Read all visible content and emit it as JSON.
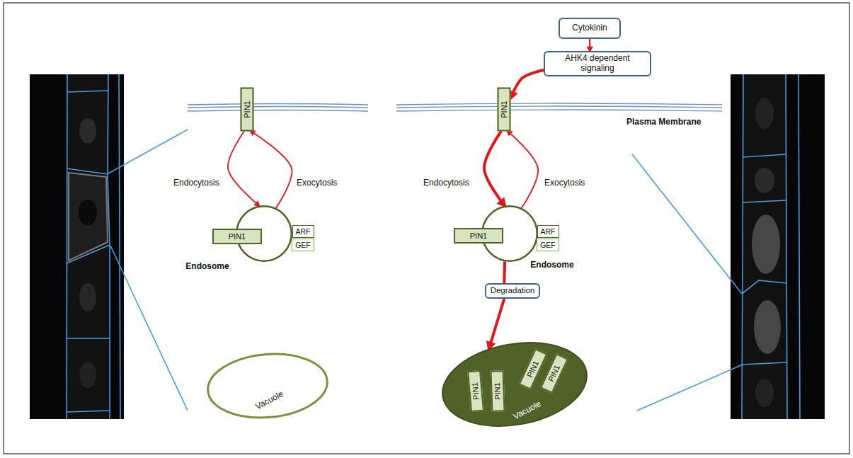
{
  "diagram": {
    "nodes": [
      {
        "text": [
          "Cytokinin"
        ]
      },
      {
        "text": [
          "AHK4 dependent signaling"
        ]
      },
      {
        "text": [
          "PIN1"
        ]
      },
      {
        "text": [
          "PIN1"
        ]
      },
      {
        "text": [
          "Endosome"
        ]
      },
      {
        "text": [
          "PIN1"
        ]
      },
      {
        "text": [
          "ARF"
        ]
      },
      {
        "text": [
          "GEF"
        ]
      },
      {
        "text": [
          "Endosome"
        ]
      },
      {
        "text": [
          "PIN1"
        ]
      },
      {
        "text": [
          "ARF"
        ]
      },
      {
        "text": [
          "GEF"
        ]
      },
      {
        "text": [
          "Degradation"
        ]
      },
      {
        "text": [
          "Vacuole"
        ]
      },
      {
        "text": [
          "Vacuole"
        ]
      },
      {
        "text": [
          "PIN1"
        ],
        "in": 14
      },
      {
        "text": [
          "PIN1"
        ],
        "in": 14
      },
      {
        "text": [
          "PIN1"
        ],
        "in": 14
      },
      {
        "text": [
          "PIN1"
        ],
        "in": 14
      }
    ],
    "edges": [
      {
        "from": 0,
        "to": 1,
        "arrow": "to"
      },
      {
        "from": 1,
        "to": 3,
        "arrow": "to"
      },
      {
        "from": 2,
        "to": 4,
        "label": "Endocytosis",
        "arrow": "to"
      },
      {
        "from": 4,
        "to": 2,
        "label": "Exocytosis",
        "arrow": "to"
      },
      {
        "from": 3,
        "to": 8,
        "label": "Endocytosis",
        "arrow": "to"
      },
      {
        "from": 8,
        "to": 3,
        "label": "Exocytosis",
        "arrow": "to"
      },
      {
        "from": 8,
        "to": 12,
        "arrow": "none"
      },
      {
        "from": 12,
        "to": 14,
        "arrow": "to"
      }
    ],
    "labels": [
      "Plasma Membrane"
    ]
  }
}
